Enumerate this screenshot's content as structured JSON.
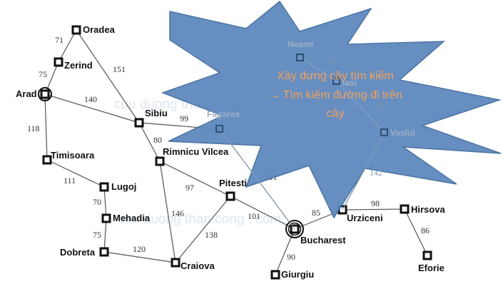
{
  "watermark": {
    "text_top": "cuu duong than cong . com",
    "text_bottom": "cuu duong than cong . com"
  },
  "callout": {
    "line1": "Xây dựng cây tìm kiếm",
    "line2": "→ Tìm kiếm đường đi trên",
    "line3": "cây",
    "fill": "#5b86bd",
    "text_color": "#f5a25a"
  },
  "cities": {
    "oradea": "Oradea",
    "zerind": "Zerind",
    "arad": "Arad",
    "sibiu": "Sibiu",
    "fagaras": "Fagaras",
    "timisoara": "Timisoara",
    "rimnicu": "Rimnicu Vilcea",
    "lugoj": "Lugoj",
    "pitesti": "Pitesti",
    "mehadia": "Mehadia",
    "dobreta": "Dobreta",
    "craiova": "Craiova",
    "bucharest": "Bucharest",
    "giurgiu": "Giurgiu",
    "urziceni": "Urziceni",
    "hirsova": "Hirsova",
    "eforie": "Eforie",
    "vaslui": "Vaslui",
    "iasi": "Iasi",
    "neamt": "Neamt"
  },
  "distances": {
    "oradea_zerind": "71",
    "zerind_arad": "75",
    "oradea_sibiu": "151",
    "arad_sibiu": "140",
    "arad_timisoara": "118",
    "sibiu_fagaras": "99",
    "sibiu_rimnicu": "80",
    "timisoara_lugoj": "111",
    "lugoj_mehadia": "70",
    "mehadia_dobreta": "75",
    "dobreta_craiova": "120",
    "rimnicu_pitesti": "97",
    "rimnicu_craiova": "146",
    "pitesti_craiova": "138",
    "pitesti_bucharest": "101",
    "fagaras_bucharest": "211",
    "bucharest_giurgiu": "90",
    "bucharest_urziceni": "85",
    "urziceni_hirsova": "98",
    "hirsova_eforie": "86",
    "urziceni_vaslui": "142",
    "vaslui_iasi": "92",
    "iasi_neamt": "87"
  }
}
